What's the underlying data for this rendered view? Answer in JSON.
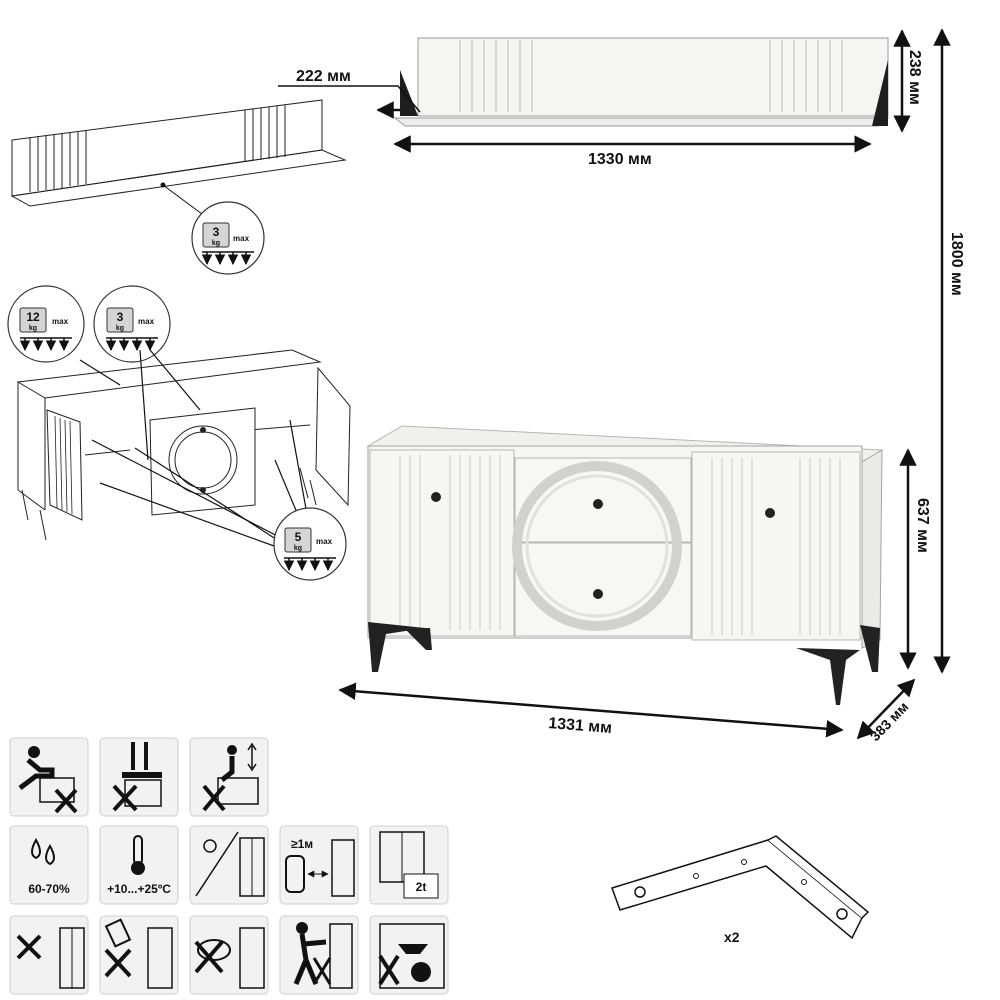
{
  "dimensions": {
    "shelf_depth": "222 мм",
    "shelf_height": "238 мм",
    "shelf_width": "1330 мм",
    "total_height": "1800 мм",
    "cabinet_height": "637 мм",
    "cabinet_width": "1331 мм",
    "cabinet_depth": "383 мм"
  },
  "load_badges": {
    "shelf": {
      "value": "3",
      "unit": "kg",
      "label": "max"
    },
    "cabinet_top": {
      "value": "12",
      "unit": "kg",
      "label": "max"
    },
    "drawer": {
      "value": "3",
      "unit": "kg",
      "label": "max"
    },
    "inner_shelf": {
      "value": "5",
      "unit": "kg",
      "label": "max"
    }
  },
  "care_icons": {
    "humidity": "60-70%",
    "temperature": "+10...+25ºC",
    "distance": "≥1м",
    "anchor_size": "2t"
  },
  "bracket": {
    "quantity": "x2"
  },
  "colors": {
    "furniture": "#f6f5f1",
    "legs": "#222222",
    "tile_bg": "#f2f2f2",
    "ink": "#111111"
  }
}
